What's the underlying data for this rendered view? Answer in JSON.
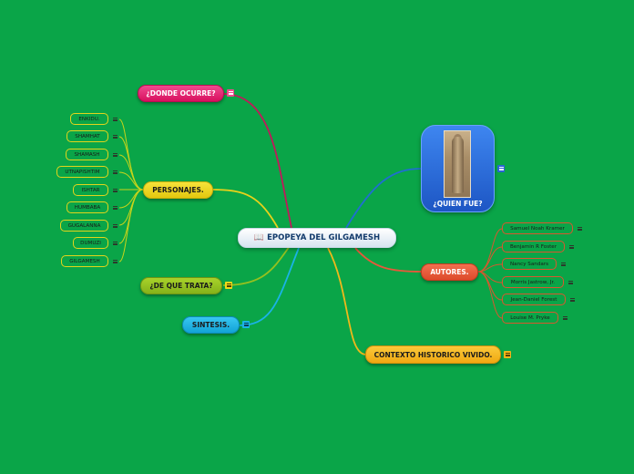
{
  "central": {
    "icon": "book-icon",
    "icon_glyph": "📖",
    "title": "EPOPEYA DEL GILGAMESH"
  },
  "branches": {
    "donde": {
      "label": "¿DONDE OCURRE?",
      "color": "#e8136f"
    },
    "personajes": {
      "label": "PERSONAJES.",
      "color": "#f2d81a",
      "children": [
        "ENKIDU.",
        "SHAMHAT",
        "SHAMASH",
        "UTNAPISHTIM",
        "ISHTAR",
        "HUMBABA",
        "GUGALANNA",
        "DUMUZI",
        "GILGAMESH"
      ]
    },
    "trata": {
      "label": "¿DE QUE TRATA?",
      "color": "#94c11f"
    },
    "sintesis": {
      "label": "SINTESIS.",
      "color": "#1ab3e6"
    },
    "quien": {
      "label": "¿QUIEN FUE?",
      "color": "#2a64d6"
    },
    "autores": {
      "label": "AUTORES.",
      "color": "#e8583a",
      "children": [
        "Samuel Noah Kramer",
        "Benjamin R Foster",
        "Nancy Sandars",
        "Morris Jastrow, Jr.",
        "Jean-Daniel Forest",
        "Louise M. Pryke"
      ]
    },
    "contexto": {
      "label": "CONTEXTO HISTORICO VIVIDO.",
      "color": "#f5b51a"
    }
  },
  "icons": {
    "note": "note-icon",
    "image": "statue-image"
  }
}
